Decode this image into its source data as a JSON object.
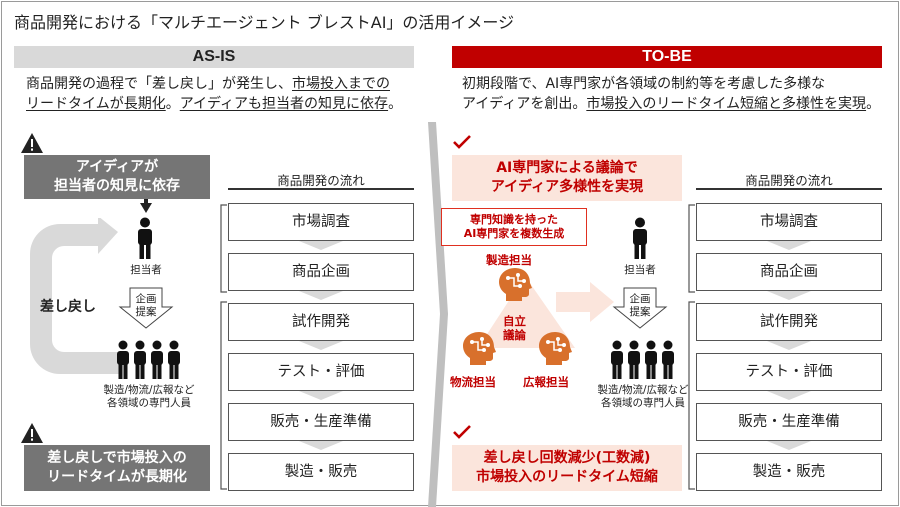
{
  "title": "商品開発における「マルチエージェント ブレストAI」の活用イメージ",
  "asis": {
    "banner": "AS-IS",
    "desc_l1_a": "商品開発の過程で「差し戻し」が発生し、",
    "desc_l1_b": "市場投入までの",
    "desc_l2_a": "リードタイムが長期化",
    "desc_l2_b": "。",
    "desc_l2_c": "アイディアも担当者の知見に依存",
    "desc_l2_d": "。",
    "warn_box_1": [
      "アイディアが",
      "担当者の知見に依存"
    ],
    "sashimodoshi": "差し戻し",
    "tantousha": "担当者",
    "kikaku_teian": [
      "企画",
      "提案"
    ],
    "senmon": [
      "製造/物流/広報など",
      "各領域の専門人員"
    ],
    "warn_box_2": [
      "差し戻しで市場投入の",
      "リードタイムが長期化"
    ],
    "flow_head": "商品開発の流れ",
    "steps": [
      "市場調査",
      "商品企画",
      "試作開発",
      "テスト・評価",
      "販売・生産準備",
      "製造・販売"
    ]
  },
  "tobe": {
    "banner": "TO-BE",
    "desc_l1": "初期段階で、AI専門家が各領域の制約等を考慮した多様な",
    "desc_l2_a": "アイディアを創出。",
    "desc_l2_b": "市場投入のリードタイム短縮と多様性を実現",
    "desc_l2_c": "。",
    "pink_box_1": [
      "AI専門家による議論で",
      "アイディア多様性を実現"
    ],
    "ai_gen_box": [
      "専門知識を持った",
      "AI専門家を複数生成"
    ],
    "ai_seizou": "製造担当",
    "ai_butsuryu": "物流担当",
    "ai_kouhou": "広報担当",
    "jiritsu": [
      "自立",
      "議論"
    ],
    "tantousha": "担当者",
    "kikaku_teian": [
      "企画",
      "提案"
    ],
    "senmon": [
      "製造/物流/広報など",
      "各領域の専門人員"
    ],
    "pink_box_2": [
      "差し戻し回数減少(工数減)",
      "市場投入のリードタイム短縮"
    ],
    "flow_head": "商品開発の流れ",
    "steps": [
      "市場調査",
      "商品企画",
      "試作開発",
      "テスト・評価",
      "販売・生産準備",
      "製造・販売"
    ]
  },
  "colors": {
    "accent_red": "#c00000",
    "gray_box": "#757575",
    "pink": "#fbe5dc",
    "ai_orange": "#d8702c"
  }
}
